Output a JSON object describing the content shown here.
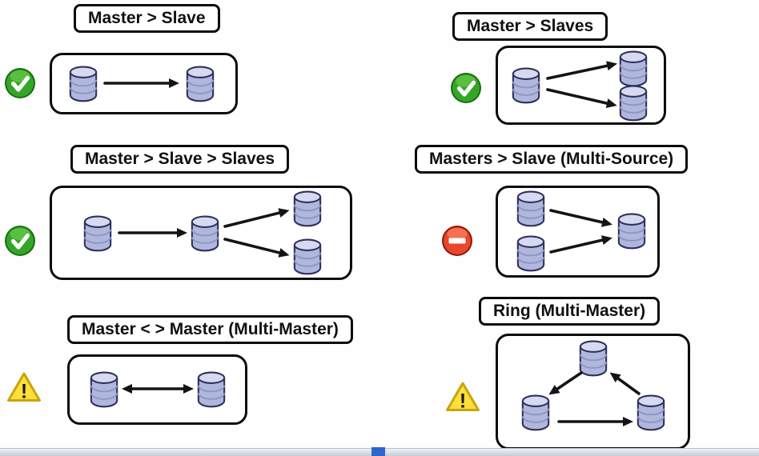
{
  "page": {
    "background": "#fefefe"
  },
  "icons": {
    "warning_glyph": "!"
  },
  "colors": {
    "supported_green": "#2f9e23",
    "not_supported_red": "#e2472a",
    "warning_yellow": "#ffdf3a",
    "timeline_blue": "#2e66cc",
    "database_body": "#b0b7dc",
    "database_top": "#d6daf0"
  },
  "panels": [
    {
      "title": "Master > Slave",
      "status": "supported"
    },
    {
      "title": "Master > Slaves",
      "status": "supported"
    },
    {
      "title": "Master > Slave > Slaves",
      "status": "supported"
    },
    {
      "title": "Masters > Slave (Multi-Source)",
      "status": "not-supported"
    },
    {
      "title": "Master < > Master (Multi-Master)",
      "status": "warning"
    },
    {
      "title": "Ring (Multi-Master)",
      "status": "warning"
    }
  ]
}
